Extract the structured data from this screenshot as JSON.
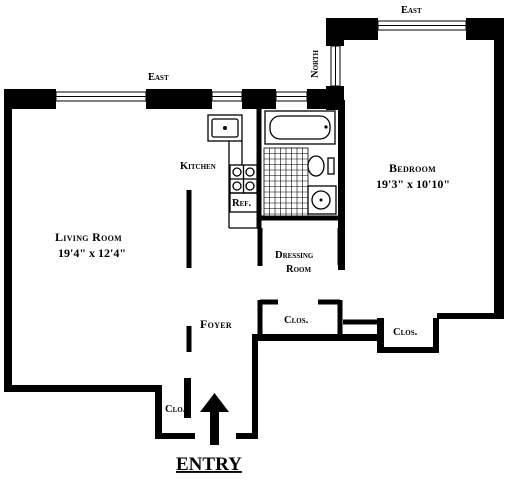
{
  "compass": {
    "east_top": "East",
    "east_left": "East",
    "north": "North"
  },
  "rooms": {
    "living_room": {
      "name": "Living Room",
      "dims": "19'4\" x 12'4\""
    },
    "bedroom": {
      "name": "Bedroom",
      "dims": "19'3\" x 10'10\""
    },
    "kitchen": {
      "name": "Kitchen"
    },
    "refrigerator": {
      "name": "Ref."
    },
    "dressing_room": {
      "name_line1": "Dressing",
      "name_line2": "Room"
    },
    "foyer": {
      "name": "Foyer"
    },
    "closet_center": {
      "name": "Clos."
    },
    "closet_right": {
      "name": "Clos."
    },
    "closet_bottom": {
      "name": "Clo."
    }
  },
  "entry": {
    "label": "ENTRY"
  }
}
